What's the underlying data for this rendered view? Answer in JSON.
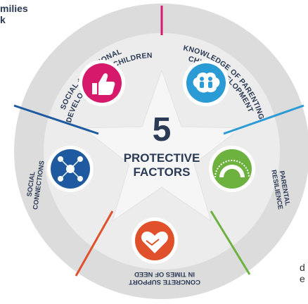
{
  "corner": {
    "top_left_line1": "milies",
    "top_left_line2": "k",
    "bottom_left_line1": "d",
    "bottom_left_line2": "e"
  },
  "center": {
    "number": "5",
    "title_line1": "PROTECTIVE",
    "title_line2": "FACTORS"
  },
  "segments": [
    {
      "label_line1": "SOCIAL + EMOTIONAL",
      "label_line2": "DEVELOPMENT OF CHILDREN",
      "color": "#d6196b",
      "icon": "thumbs-up-icon"
    },
    {
      "label_line1": "KNOWLEDGE OF PARENTING +",
      "label_line2": "CHILD DEVELOPMENT",
      "color": "#2b9bd6",
      "icon": "parent-child-icon"
    },
    {
      "label_line1": "PARENTAL",
      "label_line2": "RESILIENCE",
      "color": "#6db23f",
      "icon": "sunrise-icon"
    },
    {
      "label_line1": "CONCRETE SUPPORT",
      "label_line2": "IN TIMES OF NEED",
      "color": "#e0502b",
      "icon": "heart-handshake-icon"
    },
    {
      "label_line1": "SOCIAL",
      "label_line2": "CONNECTIONS",
      "color": "#1f5aa0",
      "icon": "network-icon"
    }
  ],
  "colors": {
    "ring": "#dcdcdc",
    "ring_inner": "#e9e9e9",
    "star": "#f2f2f2",
    "text": "#2b3a55"
  }
}
